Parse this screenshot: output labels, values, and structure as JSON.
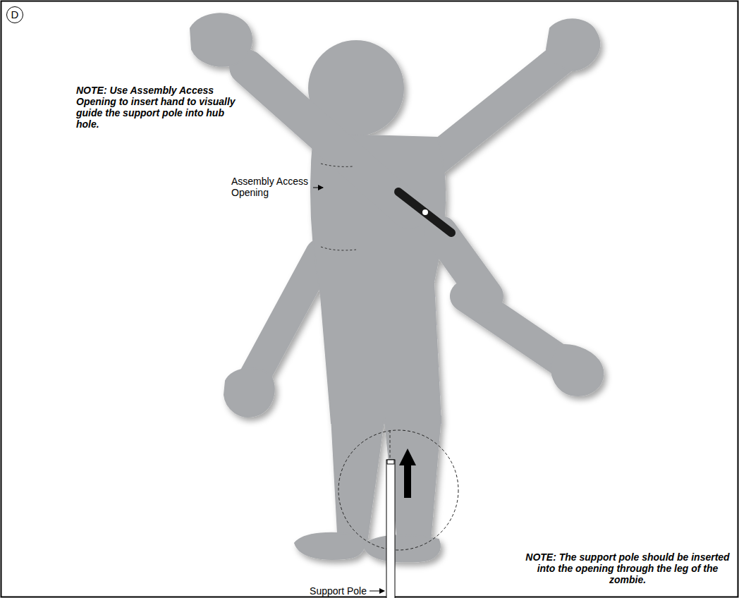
{
  "diagram": {
    "labels": [
      "D",
      "NOTE: Use Assembly Access Opening to insert hand to visually guide the support pole into hub hole.",
      "Assembly Access Opening",
      "NOTE: The support pole should be inserted into the opening through the leg of the zombie.",
      "Support Pole"
    ]
  }
}
